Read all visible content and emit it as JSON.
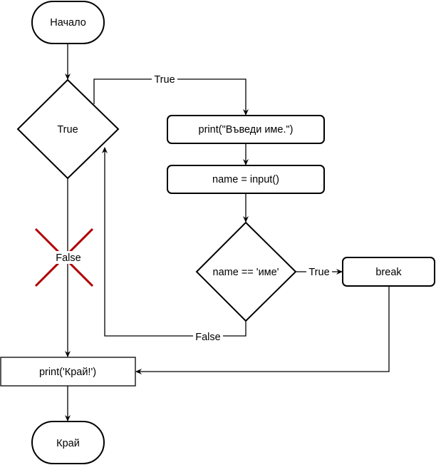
{
  "diagram": {
    "type": "flowchart",
    "nodes": {
      "start": {
        "label": "Начало",
        "shape": "terminal"
      },
      "loop_cond": {
        "label": "True",
        "shape": "decision"
      },
      "print_prompt": {
        "label": "print(\"Въведи име.\")",
        "shape": "process-rounded"
      },
      "read_input": {
        "label": "name = input()",
        "shape": "process-rounded"
      },
      "name_check": {
        "label": "name == 'име'",
        "shape": "decision"
      },
      "break_stmt": {
        "label": "break",
        "shape": "process-rounded"
      },
      "print_end": {
        "label": "print('Край!')",
        "shape": "process"
      },
      "end": {
        "label": "Край",
        "shape": "terminal"
      }
    },
    "edges": {
      "loop_true": {
        "from": "loop_cond",
        "to": "print_prompt",
        "label": "True"
      },
      "loop_false": {
        "from": "loop_cond",
        "to": "print_end",
        "label": "False",
        "crossed_out": true
      },
      "check_true": {
        "from": "name_check",
        "to": "break_stmt",
        "label": "True"
      },
      "check_false": {
        "from": "name_check",
        "to": "loop_cond",
        "label": "False"
      },
      "start_to_loop": {
        "from": "start",
        "to": "loop_cond",
        "label": ""
      },
      "prompt_to_input": {
        "from": "print_prompt",
        "to": "read_input",
        "label": ""
      },
      "input_to_check": {
        "from": "read_input",
        "to": "name_check",
        "label": ""
      },
      "break_to_end_print": {
        "from": "break_stmt",
        "to": "print_end",
        "label": ""
      },
      "end_print_to_end": {
        "from": "print_end",
        "to": "end",
        "label": ""
      }
    },
    "colors": {
      "stroke": "#000000",
      "cross_mark": "#b20000",
      "background": "#ffffff"
    }
  }
}
